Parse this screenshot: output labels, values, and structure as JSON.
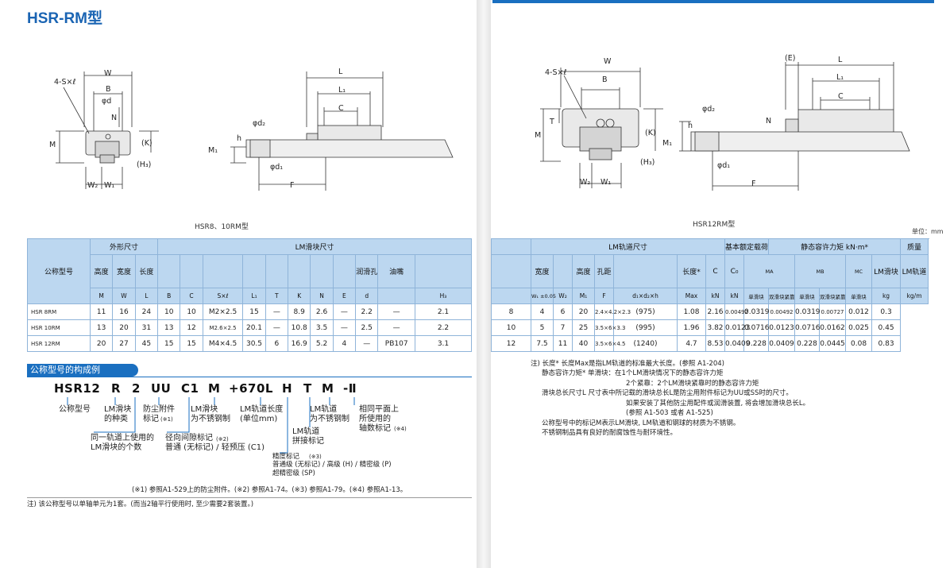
{
  "title": "HSR-RM型",
  "unit_label": "单位：mm",
  "left_caption": "HSR8、10RM型",
  "right_caption": "HSR12RM型",
  "drawings": {
    "left": {
      "labels": [
        "W",
        "4-S×ℓ",
        "B",
        "φd",
        "N",
        "(K)",
        "M",
        "(H₃)",
        "W₂",
        "W₁",
        "L",
        "L₁",
        "C",
        "φd₂",
        "h",
        "M₁",
        "φd₁",
        "F"
      ]
    },
    "right": {
      "labels": [
        "W",
        "4-S×ℓ",
        "B",
        "T",
        "N",
        "(K)",
        "M",
        "(H₃)",
        "W₂",
        "W₁",
        "(E)",
        "L",
        "L₁",
        "C",
        "φd₂",
        "h",
        "M₁",
        "φd₁",
        "F"
      ]
    }
  },
  "left_table": {
    "head": {
      "model": "公称型号",
      "outer": "外形尺寸",
      "block": "LM滑块尺寸",
      "height": "高度",
      "width": "宽度",
      "length": "长度",
      "lube": "润滑孔",
      "nipple": "油嘴"
    },
    "units": [
      "M",
      "W",
      "L",
      "B",
      "C",
      "S×ℓ",
      "L₁",
      "T",
      "K",
      "N",
      "E",
      "d",
      "",
      "H₃"
    ],
    "rows": [
      [
        "HSR 8RM",
        "11",
        "16",
        "24",
        "10",
        "10",
        "M2×2.5",
        "15",
        "—",
        "8.9",
        "2.6",
        "—",
        "2.2",
        "—",
        "2.1"
      ],
      [
        "HSR 10RM",
        "13",
        "20",
        "31",
        "13",
        "12",
        "M2.6×2.5",
        "20.1",
        "—",
        "10.8",
        "3.5",
        "—",
        "2.5",
        "—",
        "2.2"
      ],
      [
        "HSR 12RM",
        "20",
        "27",
        "45",
        "15",
        "15",
        "M4×4.5",
        "30.5",
        "6",
        "16.9",
        "5.2",
        "4",
        "—",
        "PB107",
        "3.1"
      ]
    ]
  },
  "right_table": {
    "head": {
      "rail": "LM轨道尺寸",
      "rating": "基本额定载荷",
      "moment": "静态容许力矩 kN·m*",
      "mass": "质量",
      "width": "宽度",
      "height": "高度",
      "pitch": "孔距",
      "length": "长度*",
      "block": "LM滑块",
      "railmass": "LM轨道",
      "single": "单滑块",
      "double": "双滑块紧靠"
    },
    "units": [
      "W₁ ±0.05",
      "W₂",
      "M₁",
      "F",
      "d₁×d₂×h",
      "Max",
      "C",
      "C₀",
      "MA",
      "MB",
      "MC",
      "kN",
      "kN",
      "kg",
      "kg/m"
    ],
    "unitrow": [
      "W₁\n±0.05",
      "W₂",
      "M₁",
      "F",
      "d₁×d₂×h",
      "Max",
      "kN",
      "kN",
      "单滑块",
      "双滑块紧靠",
      "单滑块",
      "双滑块紧靠",
      "单滑块",
      "",
      "kg",
      "kg/m"
    ],
    "rows": [
      [
        "8",
        "4",
        "6",
        "20",
        "2.4×4.2×2.3",
        "(975)",
        "1.08",
        "2.16",
        "0.00492",
        "0.0319",
        "0.00492",
        "0.0319",
        "0.00727",
        "0.012",
        "0.3"
      ],
      [
        "10",
        "5",
        "7",
        "25",
        "3.5×6×3.3",
        "(995)",
        "1.96",
        "3.82",
        "0.0123",
        "0.0716",
        "0.0123",
        "0.0716",
        "0.0162",
        "0.025",
        "0.45"
      ],
      [
        "12",
        "7.5",
        "11",
        "40",
        "3.5×6×4.5",
        "(1240)",
        "4.7",
        "8.53",
        "0.0409",
        "0.228",
        "0.0409",
        "0.228",
        "0.0445",
        "0.08",
        "0.83"
      ]
    ]
  },
  "code": {
    "section": "公称型号的构成例",
    "parts": [
      "HSR12",
      "R",
      "2",
      "UU",
      "C1",
      "M",
      "+670L",
      "H",
      "T",
      "M",
      "-Ⅱ"
    ],
    "labels": {
      "model": "公称型号",
      "kind": "LM滑块\n的种类",
      "seal": "防尘附件\n标记",
      "seal_ref": "(※1)",
      "ss_block": "LM滑块\n为不锈钢制",
      "rail_len": "LM轨道长度\n(单位mm)",
      "ss_rail": "LM轨道\n为不锈钢制",
      "pair": "相同平面上\n所使用的\n轴数标记",
      "pair_ref": "(※4)",
      "count": "同一轨道上使用的\nLM滑块的个数",
      "clearance": "径向间隙标记",
      "clear_ref": "(※2)",
      "clear_opts": "普通 (无标记) / 轻预压 (C1)",
      "joint": "LM轨道\n拼接标记",
      "accuracy": "精度标记",
      "acc_ref": "(※3)",
      "acc_opts": "普通级 (无标记) / 高级 (H) / 精密级 (P)\n超精密级 (SP)"
    },
    "refs": "(※1) 参照A1-529上的防尘附件。(※2) 参照A1-74。(※3) 参照A1-79。(※4) 参照A1-13。",
    "footnote": "注) 该公称型号以单轴单元为1套。(而当2轴平行使用时, 至少需要2套装置。)"
  },
  "right_notes": [
    "注) 长度* 长度Max是指LM轨道的标准最大长度。(参照 A1-204)",
    "静态容许力矩*    单滑块：在1个LM滑块情况下的静态容许力矩",
    "2个紧靠：2个LM滑块紧靠时的静态容许力矩",
    "滑块总长尺寸L    尺寸表中所记载的滑块总长L是防尘用附件标记为UU或SS时的尺寸。",
    "如果安装了其他防尘用配件或润滑装置, 将会增加滑块总长L。",
    "(参照 A1-503 或者 A1-525)",
    "公称型号中的标记M表示LM滑块, LM轨道和钢球的材质为不锈钢。",
    "不锈钢制品具有良好的耐腐蚀性与耐环境性。"
  ]
}
